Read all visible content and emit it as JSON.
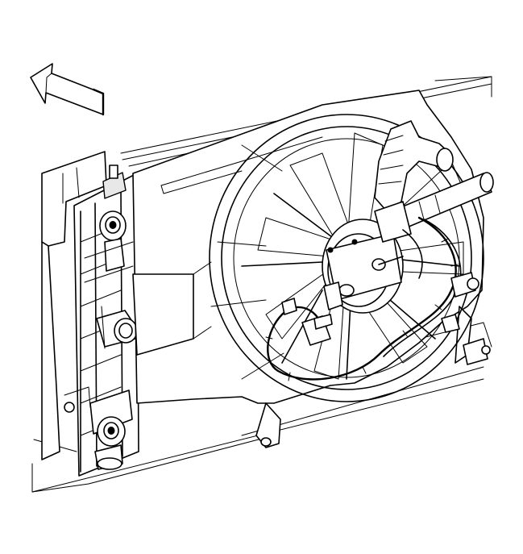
{
  "figure": {
    "orientation_arrow_icon": "front-direction-arrow-icon",
    "components": [
      "radiator",
      "radiator-upper-mount",
      "radiator-lower-mount",
      "radiator-outlet-neck",
      "fan-shroud",
      "fan-blades",
      "fan-motor",
      "coolant-hose",
      "wiring-harness",
      "electrical-connector",
      "mounting-bracket",
      "front-support-frame"
    ]
  }
}
